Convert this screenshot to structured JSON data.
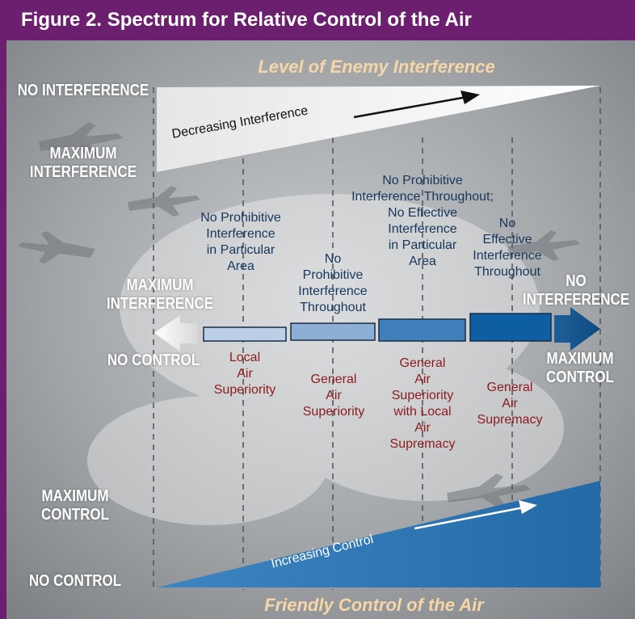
{
  "title": "Figure 2. Spectrum for Relative Control of the Air",
  "top_header": "Level of Enemy Interference",
  "bottom_header": "Friendly Control of the Air",
  "left_labels": {
    "no_interference": "NO INTERFERENCE",
    "max_interference": [
      "MAXIMUM",
      "INTERFERENCE"
    ],
    "max_control": [
      "MAXIMUM",
      "CONTROL"
    ],
    "no_control": "NO CONTROL"
  },
  "mid_labels": {
    "left_top": [
      "MAXIMUM",
      "INTERFERENCE"
    ],
    "left_bottom": "NO CONTROL",
    "right_top": [
      "NO",
      "INTERFERENCE"
    ],
    "right_bottom": [
      "MAXIMUM",
      "CONTROL"
    ]
  },
  "decreasing_label": "Decreasing Interference",
  "increasing_label": "Increasing Control",
  "interference_levels": [
    [
      "No Prohibitive",
      "Interference",
      "in Particular",
      "Area"
    ],
    [
      "No",
      "Prohibitive",
      "Interference",
      "Throughout"
    ],
    [
      "No Prohibitive",
      "Interference Throughout;",
      "No Effective",
      "Interference",
      "in Particular",
      "Area"
    ],
    [
      "No",
      "Effective",
      "Interference",
      "Throughout"
    ]
  ],
  "control_levels": [
    [
      "Local",
      "Air",
      "Superiority"
    ],
    [
      "General",
      "Air",
      "Superiority"
    ],
    [
      "General",
      "Air",
      "Superiority",
      "with Local",
      "Air",
      "Supremacy"
    ],
    [
      "General",
      "Air",
      "Supremacy"
    ]
  ],
  "colors": {
    "header_bg": "#6b1f6e",
    "bar1": "#bccfe6",
    "bar2": "#8cadd4",
    "bar3": "#3f7fbb",
    "bar4": "#0d5ea3",
    "control_wedge": "#2f76b3",
    "interference_wedge": "#f4f4f4"
  }
}
